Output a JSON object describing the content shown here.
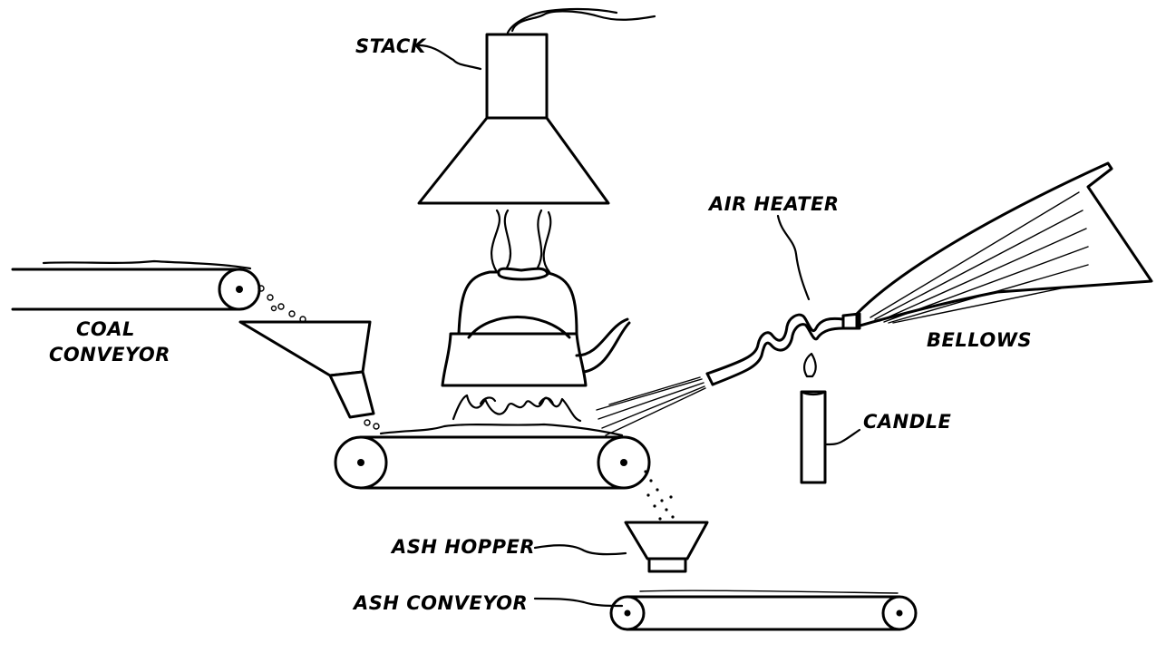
{
  "labels": {
    "stack": "STACK",
    "air_heater": "AIR HEATER",
    "coal_conveyor_line1": "COAL",
    "coal_conveyor_line2": "CONVEYOR",
    "bellows": "BELLOWS",
    "candle": "CANDLE",
    "ash_hopper": "ASH HOPPER",
    "ash_conveyor": "ASH CONVEYOR"
  }
}
